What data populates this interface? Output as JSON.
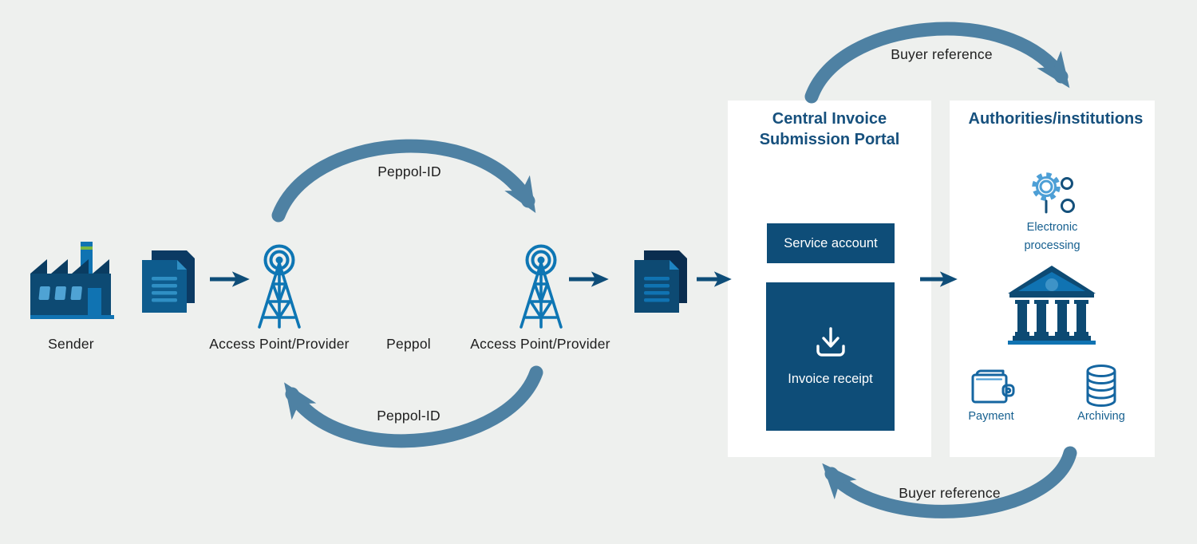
{
  "labels": {
    "sender": "Sender",
    "access_point": "Access Point/Provider",
    "peppol": "Peppol",
    "peppol_id": "Peppol-ID",
    "buyer_reference": "Buyer reference"
  },
  "portal": {
    "title": "Central Invoice Submission Portal",
    "service_account": "Service account",
    "invoice_receipt": "Invoice receipt"
  },
  "authorities": {
    "title": "Authorities/institutions",
    "electronic_processing": "Electronic processing",
    "payment": "Payment",
    "archiving": "Archiving"
  },
  "icons": {
    "sender": "factory-icon",
    "invoice_documents": "documents-icon",
    "access_point": "radio-tower-icon",
    "invoice_receipt": "download-icon",
    "electronic_processing": "gear-io-icon",
    "authority": "bank-icon",
    "payment": "wallet-icon",
    "archiving": "database-icon"
  },
  "colors": {
    "background": "#eef0ee",
    "panel": "#ffffff",
    "dark_navy": "#0e4d78",
    "medium_blue": "#1073b2",
    "light_blue": "#4d9fd6",
    "steel_arrow": "#4e81a3",
    "title_blue": "#16507d",
    "small_label_blue": "#155f8f",
    "text_dark": "#1d1d1d",
    "chimney_green": "#79b742"
  }
}
